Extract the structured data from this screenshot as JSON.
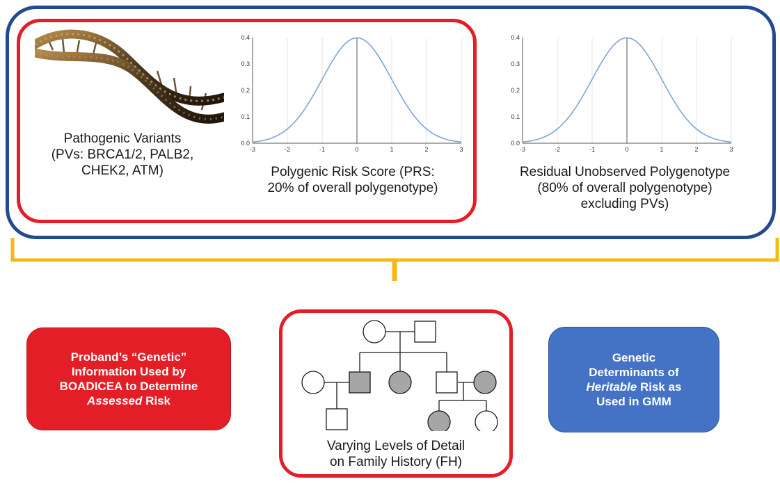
{
  "top_panel": {
    "pv_caption": "Pathogenic Variants\n(PVs: BRCA1/2, PALB2,\nCHEK2, ATM)",
    "prs_caption": "Polygenic Risk Score (PRS:\n20% of overall polygenotype)",
    "residual_caption": "Residual Unobserved Polygenotype\n(80% of overall polygenotype)\nexcluding PVs)"
  },
  "chart_data": [
    {
      "type": "line",
      "title": "",
      "xlabel": "",
      "ylabel": "",
      "x_ticks": [
        "-3",
        "-2",
        "-1",
        "0",
        "1",
        "2",
        "3"
      ],
      "y_ticks": [
        "0.0",
        "0.1",
        "0.2",
        "0.3",
        "0.4"
      ],
      "xlim": [
        -3,
        3
      ],
      "ylim": [
        0,
        0.4
      ],
      "series": [
        {
          "x": [
            -3.0,
            -2.5,
            -2.0,
            -1.5,
            -1.0,
            -0.5,
            0.0,
            0.5,
            1.0,
            1.5,
            2.0,
            2.5,
            3.0
          ],
          "values": [
            0.004,
            0.018,
            0.054,
            0.13,
            0.242,
            0.352,
            0.399,
            0.352,
            0.242,
            0.13,
            0.054,
            0.018,
            0.004
          ]
        }
      ],
      "line_color": "#7fa3d6"
    },
    {
      "type": "line",
      "title": "",
      "xlabel": "",
      "ylabel": "",
      "x_ticks": [
        "-3",
        "-2",
        "-1",
        "0",
        "1",
        "2",
        "3"
      ],
      "y_ticks": [
        "0.0",
        "0.1",
        "0.2",
        "0.3",
        "0.4"
      ],
      "xlim": [
        -3,
        3
      ],
      "ylim": [
        0,
        0.4
      ],
      "series": [
        {
          "x": [
            -3.0,
            -2.5,
            -2.0,
            -1.5,
            -1.0,
            -0.5,
            0.0,
            0.5,
            1.0,
            1.5,
            2.0,
            2.5,
            3.0
          ],
          "values": [
            0.004,
            0.018,
            0.054,
            0.13,
            0.242,
            0.352,
            0.399,
            0.352,
            0.242,
            0.13,
            0.054,
            0.018,
            0.004
          ]
        }
      ],
      "line_color": "#7fa3d6"
    }
  ],
  "bottom_panel": {
    "assessed_label_parts": [
      "Proband’s “Genetic”\nInformation Used by\nBOADICEA to Determine\n",
      "Assessed",
      " Risk"
    ],
    "heritable_label_parts": [
      "Genetic\nDeterminants of\n",
      "Heritable",
      " Risk as\nUsed in GMM"
    ],
    "fh_caption": "Varying Levels of Detail\non Family History (FH)"
  },
  "colors": {
    "outer_border": "#234a8f",
    "red": "#e41e26",
    "blue_box": "#4472c4",
    "brace": "#f5b815",
    "pedigree_fill": "#a6a6a6"
  }
}
